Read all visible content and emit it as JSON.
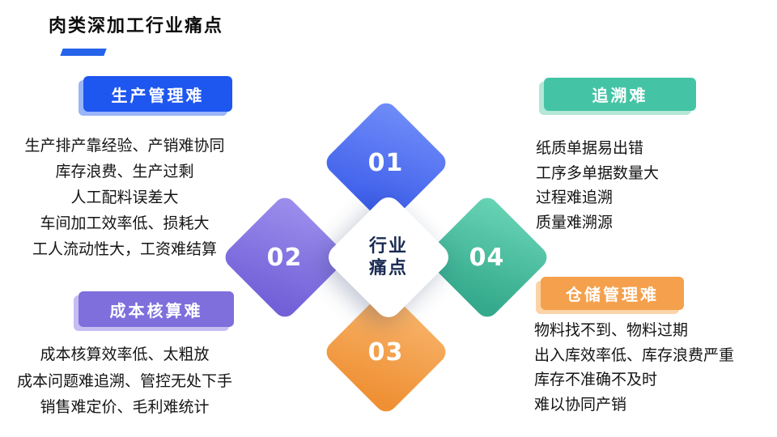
{
  "page": {
    "title": "肉类深加工行业痛点"
  },
  "colors": {
    "production_blue": "#1E56F0",
    "trace_teal": "#44C4A5",
    "cost_purple": "#7E6FDC",
    "warehouse_orange": "#F5A04C",
    "title_underline_blue": "#2563EB",
    "center_text_navy": "#1A2B53"
  },
  "center": {
    "line1": "行业",
    "line2": "痛点"
  },
  "diamonds": [
    {
      "number": "01",
      "color": "#4A66EE"
    },
    {
      "number": "02",
      "color": "#8172E0"
    },
    {
      "number": "03",
      "color": "#F29E4F"
    },
    {
      "number": "04",
      "color": "#47C0A0"
    }
  ],
  "sections": {
    "production": {
      "label": "生产管理难",
      "lines": [
        "生产排产靠经验、产销难协同",
        "库存浪费、生产过剩",
        "人工配料误差大",
        "车间加工效率低、损耗大",
        "工人流动性大，工资难结算"
      ]
    },
    "trace": {
      "label": "追溯难",
      "lines": [
        "纸质单据易出错",
        "工序多单据数量大",
        "过程难追溯",
        "质量难溯源"
      ]
    },
    "cost": {
      "label": "成本核算难",
      "lines": [
        "成本核算效率低、太粗放",
        "成本问题难追溯、管控无处下手",
        "销售难定价、毛利难统计"
      ]
    },
    "warehouse": {
      "label": "仓储管理难",
      "lines": [
        "物料找不到、物料过期",
        "出入库效率低、库存浪费严重",
        "库存不准确不及时",
        "难以协同产销"
      ]
    }
  }
}
